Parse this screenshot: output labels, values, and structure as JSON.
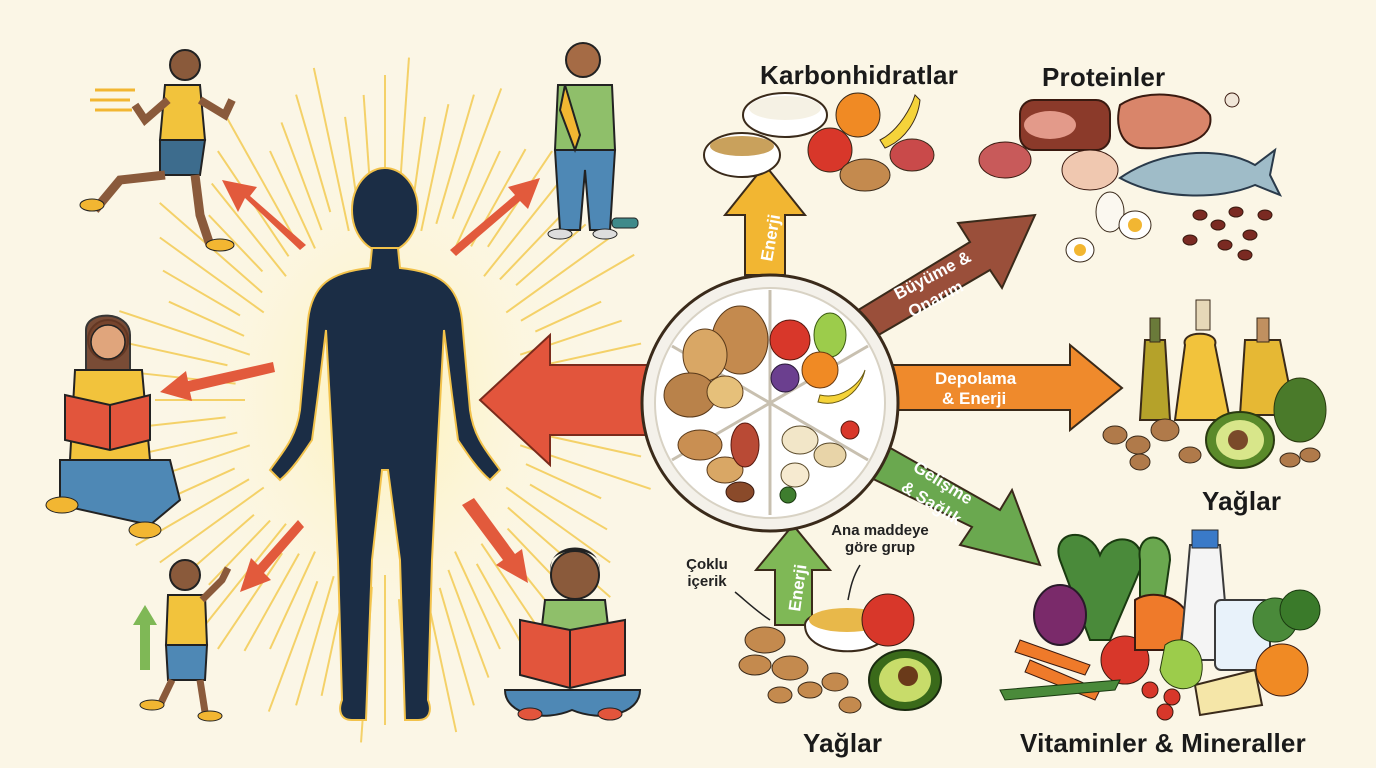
{
  "groups": {
    "carbs": "Karbonhidratlar",
    "proteins": "Proteinler",
    "fats_right": "Yağlar",
    "fats_bottom": "Yağlar",
    "vitamins": "Vitaminler & Mineraller"
  },
  "arrows": {
    "carbs_line1": "Enerji",
    "proteins_line1": "Büyüme &",
    "proteins_line2": "Onarım",
    "fats_line1": "Depolama",
    "fats_line2": "& Enerji",
    "vitamins_line1": "Gelişme",
    "vitamins_line2": "& Sağlık",
    "bottom_line1": "Enerji"
  },
  "callouts": {
    "mixed_line1": "Çoklu",
    "mixed_line2": "içerik",
    "group_line1": "Ana maddeye",
    "group_line2": "göre grup"
  },
  "colors": {
    "background": "#fbf6e6",
    "silhouette": "#1b2d45",
    "arrow_red": "#e25a3c",
    "arrow_yellow": "#f2b632",
    "arrow_brown": "#9a4f3a",
    "arrow_orange": "#ef8a2c",
    "arrow_green": "#6aa84f"
  }
}
